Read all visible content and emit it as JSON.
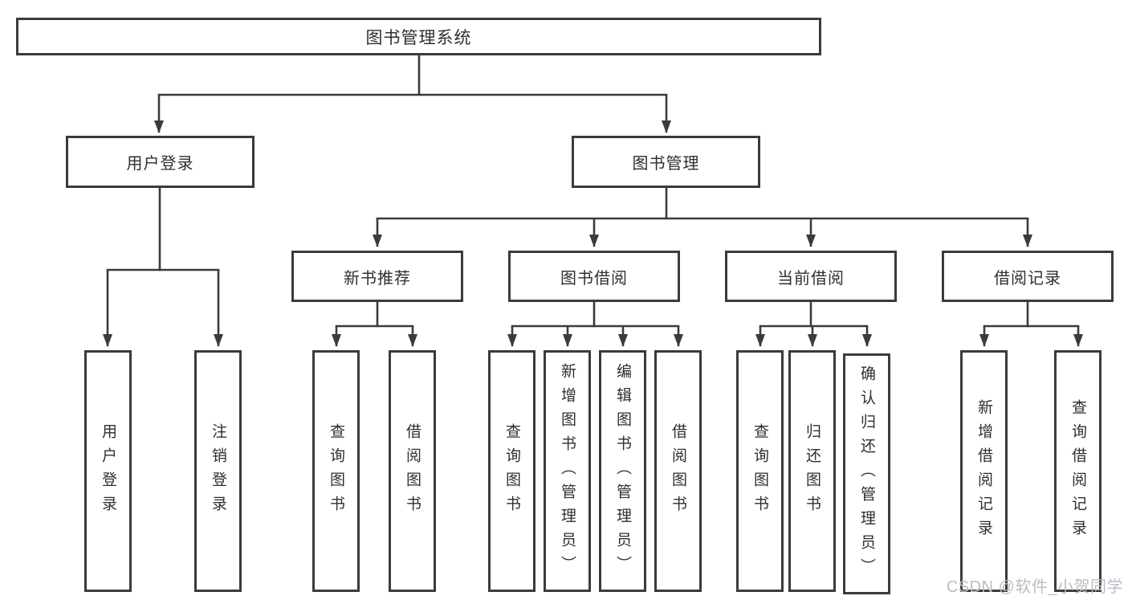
{
  "diagram": {
    "root": {
      "label": "图书管理系统"
    },
    "level1": [
      {
        "id": "user-login",
        "label": "用户登录"
      },
      {
        "id": "book-management",
        "label": "图书管理"
      }
    ],
    "level2": [
      {
        "id": "new-book-recommend",
        "label": "新书推荐"
      },
      {
        "id": "book-borrow",
        "label": "图书借阅"
      },
      {
        "id": "current-borrow",
        "label": "当前借阅"
      },
      {
        "id": "borrow-records",
        "label": "借阅记录"
      }
    ],
    "leaves": {
      "user_login": [
        {
          "label": "用户登录"
        },
        {
          "label": "注销登录"
        }
      ],
      "new_book": [
        {
          "label": "查询图书"
        },
        {
          "label": "借阅图书"
        }
      ],
      "book_borrow": [
        {
          "label": "查询图书"
        },
        {
          "label": "新增图书（管理员）"
        },
        {
          "label": "编辑图书（管理员）"
        },
        {
          "label": "借阅图书"
        }
      ],
      "current_borrow": [
        {
          "label": "查询图书"
        },
        {
          "label": "归还图书"
        },
        {
          "label": "确认归还（管理员）"
        }
      ],
      "records": [
        {
          "label": "新增借阅记录"
        },
        {
          "label": "查询借阅记录"
        }
      ]
    }
  },
  "watermark": {
    "text": "CSDN @软件_小贺同学"
  },
  "colors": {
    "border": "#3b3b3b",
    "line": "#3b3b3b",
    "text": "#2f2f2f",
    "background": "#ffffff",
    "watermark": "#b9bdc4"
  }
}
